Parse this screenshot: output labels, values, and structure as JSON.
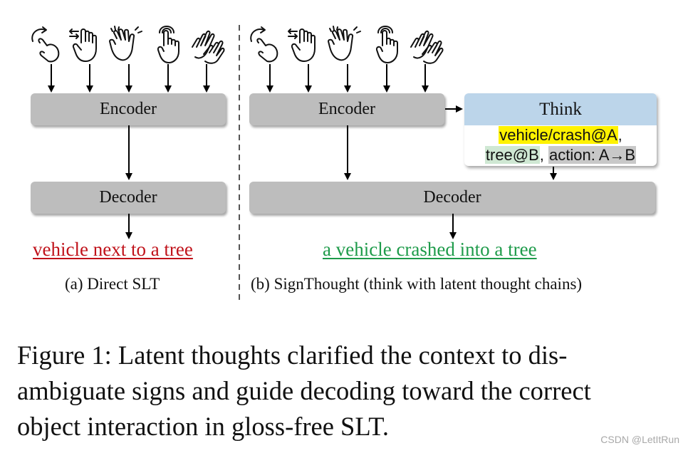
{
  "panel_a": {
    "encoder_label": "Encoder",
    "decoder_label": "Decoder",
    "output_text": "vehicle next to a tree",
    "subcaption": "(a) Direct SLT"
  },
  "panel_b": {
    "encoder_label": "Encoder",
    "decoder_label": "Decoder",
    "think_title": "Think",
    "think_token_1": "vehicle/crash@A",
    "think_sep_1": ",",
    "think_token_2": "tree@B",
    "think_sep_2": ", ",
    "think_token_3": "action: A→B",
    "output_text": "a vehicle crashed into a tree",
    "subcaption": "(b) SignThought (think with latent thought chains)"
  },
  "caption": {
    "line1": "Figure 1: Latent thoughts clarified the context to dis-",
    "line2": "ambiguate signs and guide decoding toward the correct",
    "line3": "object interaction in gloss-free SLT."
  },
  "watermark": "CSDN @LetItRun",
  "icons": [
    "rotate-tap-hand-icon",
    "swipe-hand-icon",
    "waving-hands-icon",
    "tap-hand-icon",
    "spread-hands-icon"
  ],
  "colors": {
    "box_gray": "#bdbdbd",
    "think_header": "#bcd5ea",
    "highlight_yellow": "#fff200",
    "highlight_green": "#cfe8d3",
    "output_a": "#c0121a",
    "output_b": "#1e9b4a"
  }
}
